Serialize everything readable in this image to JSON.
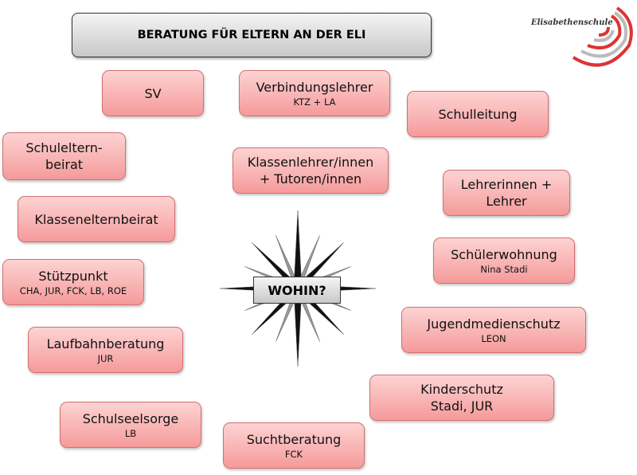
{
  "title": "BERATUNG FÜR ELTERN AN DER ELI",
  "logo": {
    "text": "Elisabethenschule"
  },
  "center_label": "WOHIN?",
  "boxes": [
    {
      "id": "sv",
      "main": "SV",
      "sub": ""
    },
    {
      "id": "verbindungslehrer",
      "main": "Verbindungslehrer",
      "sub": "KTZ + LA"
    },
    {
      "id": "schulleitung",
      "main": "Schulleitung",
      "sub": ""
    },
    {
      "id": "schulelternbeirat",
      "main": "Schuleltern-\nbeirat",
      "sub": ""
    },
    {
      "id": "klassenlehrer",
      "main": "Klassenlehrer/innen\n+ Tutoren/innen",
      "sub": ""
    },
    {
      "id": "lehrerinnen",
      "main": "Lehrerinnen +\nLehrer",
      "sub": ""
    },
    {
      "id": "klassenelternbeirat",
      "main": "Klassenelternbeirat",
      "sub": ""
    },
    {
      "id": "schuelerwohnung",
      "main": "Schülerwohnung",
      "sub": "Nina Stadi"
    },
    {
      "id": "stuetzpunkt",
      "main": "Stützpunkt",
      "sub": "CHA, JUR, FCK, LB, ROE"
    },
    {
      "id": "jugendmedienschutz",
      "main": "Jugendmedienschutz",
      "sub": "LEON"
    },
    {
      "id": "laufbahnberatung",
      "main": "Laufbahnberatung",
      "sub": "JUR"
    },
    {
      "id": "kinderschutz",
      "main": "Kinderschutz\nStadi, JUR",
      "sub": ""
    },
    {
      "id": "schulseelsorge",
      "main": "Schulseelsorge",
      "sub": "LB"
    },
    {
      "id": "suchtberatung",
      "main": "Suchtberatung",
      "sub": "FCK"
    }
  ]
}
